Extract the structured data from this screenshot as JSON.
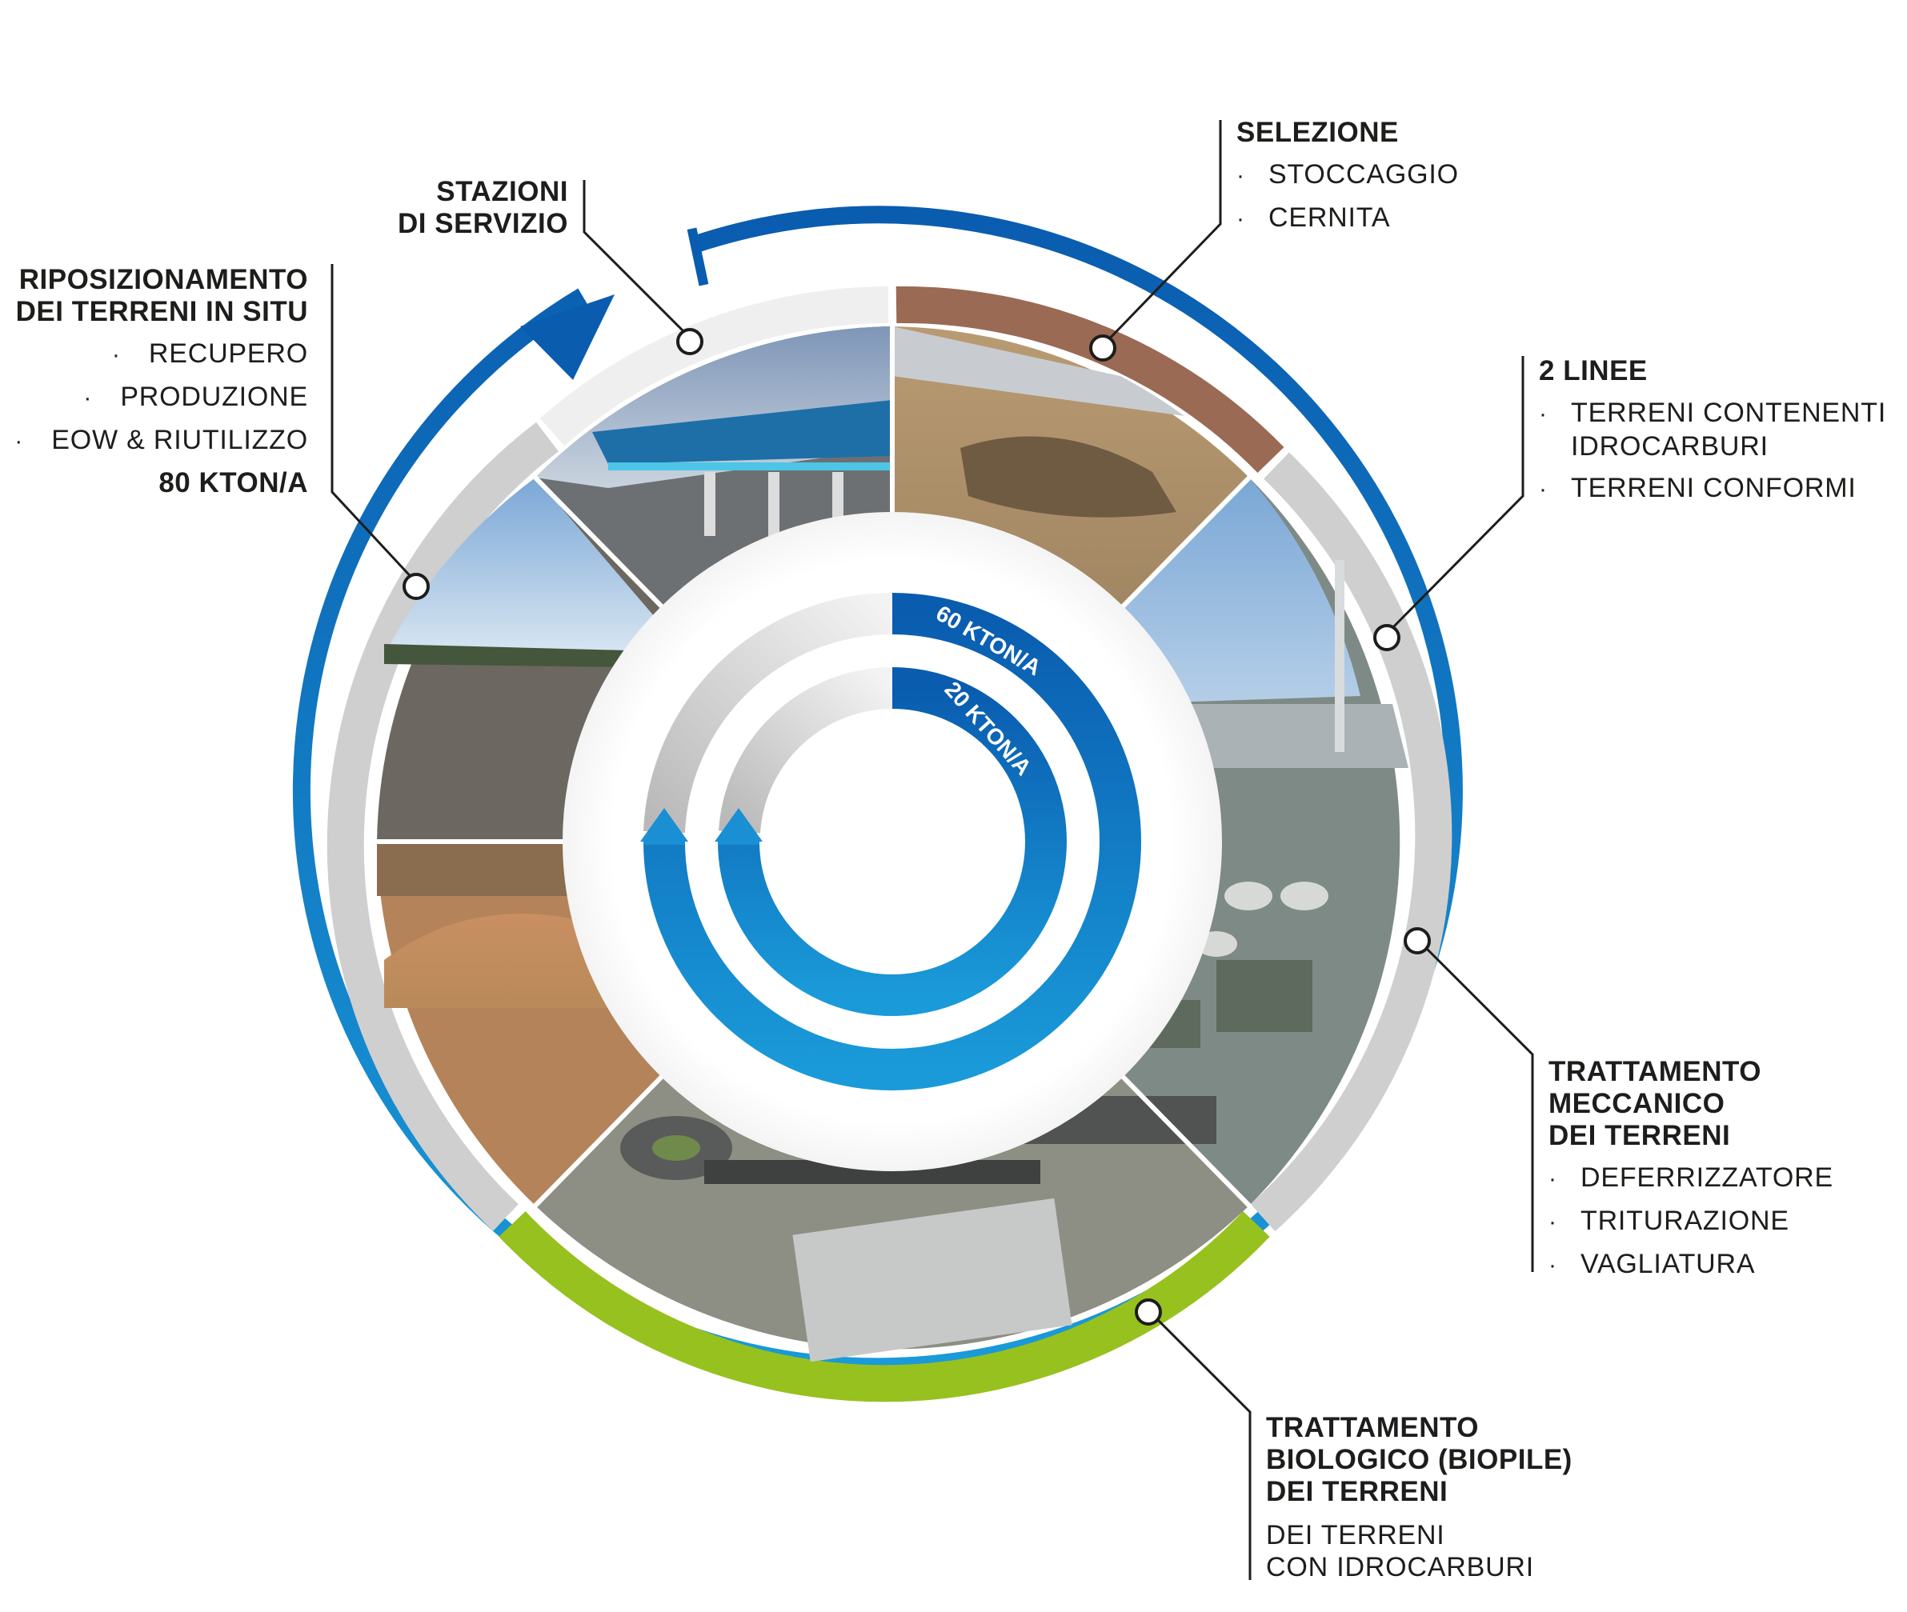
{
  "colors": {
    "blue_dark": "#0a5caf",
    "blue_light": "#1a9ad9",
    "green": "#97c11e",
    "brown": "#9a6a55",
    "grey_ring": "#cfcfcf",
    "grey_light": "#efefef",
    "line": "#1d1d1b"
  },
  "inner_cycle": {
    "outer_label": "60 KTON/A",
    "inner_label": "20 KTON/A"
  },
  "photos": [
    {
      "name": "service-station-photo",
      "icon": "fuel-station"
    },
    {
      "name": "excavation-photo",
      "icon": "soil-excavation"
    },
    {
      "name": "refinery-aerial-photo",
      "icon": "industrial-plant"
    },
    {
      "name": "treatment-site-aerial-photo",
      "icon": "warehouse-aerial"
    },
    {
      "name": "soil-warehouse-photo",
      "icon": "soil-heap"
    },
    {
      "name": "soil-field-photo",
      "icon": "gravel-field"
    }
  ],
  "labels": {
    "stazioni": {
      "line1": "STAZIONI",
      "line2": "DI SERVIZIO"
    },
    "riposizionamento": {
      "line1": "RIPOSIZIONAMENTO",
      "line2": "DEI TERRENI IN SITU",
      "items": [
        "RECUPERO",
        "PRODUZIONE",
        "EOW & RIUTILIZZO"
      ],
      "capacity": "80 KTON/A"
    },
    "selezione": {
      "title": "SELEZIONE",
      "items": [
        "STOCCAGGIO",
        "CERNITA"
      ]
    },
    "linee": {
      "title": "2 LINEE",
      "item1_line1": "TERRENI CONTENENTI",
      "item1_line2": "IDROCARBURI",
      "item2": "TERRENI CONFORMI"
    },
    "meccanico": {
      "line1": "TRATTAMENTO",
      "line2": "MECCANICO",
      "line3": "DEI TERRENI",
      "items": [
        "DEFERRIZZATORE",
        "TRITURAZIONE",
        "VAGLIATURA"
      ]
    },
    "biologico": {
      "line1": "TRATTAMENTO",
      "line2": "BIOLOGICO (BIOPILE)",
      "line3": "DEI TERRENI",
      "sub1": "DEI TERRENI",
      "sub2": "CON IDROCARBURI"
    },
    "bullet": "·"
  }
}
